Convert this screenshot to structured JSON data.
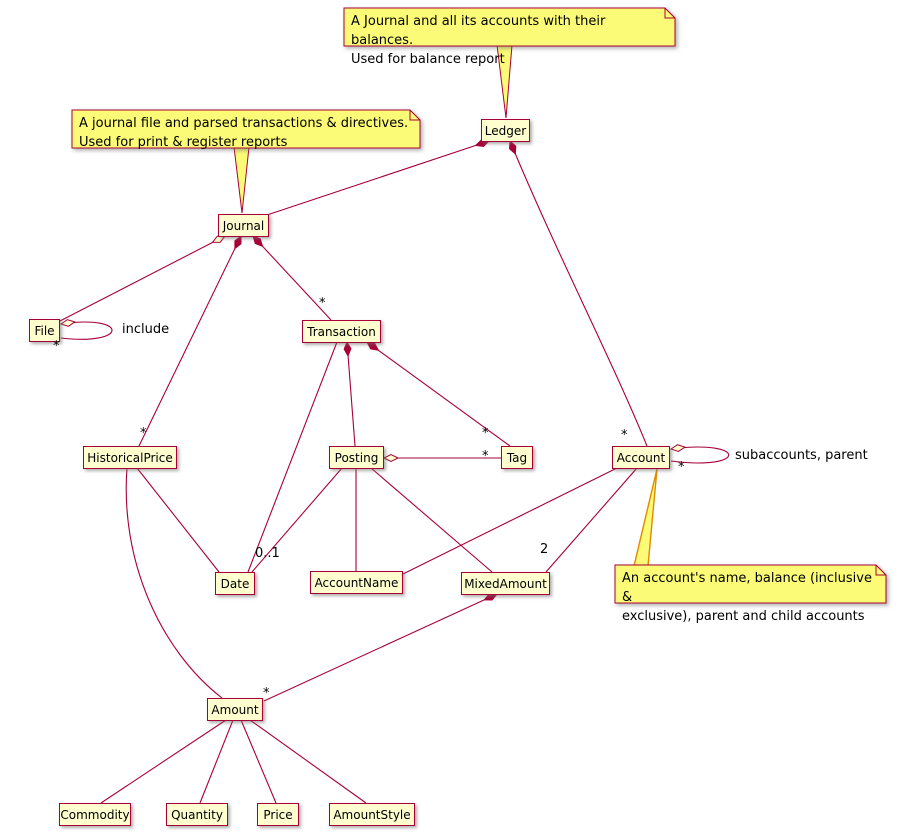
{
  "classes": {
    "ledger": "Ledger",
    "journal": "Journal",
    "file": "File",
    "transaction": "Transaction",
    "historical_price": "HistoricalPrice",
    "posting": "Posting",
    "tag": "Tag",
    "account": "Account",
    "date": "Date",
    "account_name": "AccountName",
    "mixed_amount": "MixedAmount",
    "amount": "Amount",
    "commodity": "Commodity",
    "quantity": "Quantity",
    "price": "Price",
    "amount_style": "AmountStyle"
  },
  "notes": {
    "ledger": "A Journal and all its accounts with their balances.\nUsed for balance report",
    "journal": "A journal file and parsed transactions & directives.\nUsed for print & register reports",
    "account": "An account's name, balance (inclusive &\nexclusive), parent and child accounts"
  },
  "labels": {
    "include": "include",
    "subaccounts_parent": "subaccounts, parent",
    "many": "*",
    "zero_or_one": "0..1",
    "two": "2"
  },
  "colors": {
    "class_fill": "#FEFECE",
    "note_fill": "#FBFB77",
    "border": "#A80036",
    "edge": "#A80036",
    "account_note_edge": "#E08A00"
  }
}
